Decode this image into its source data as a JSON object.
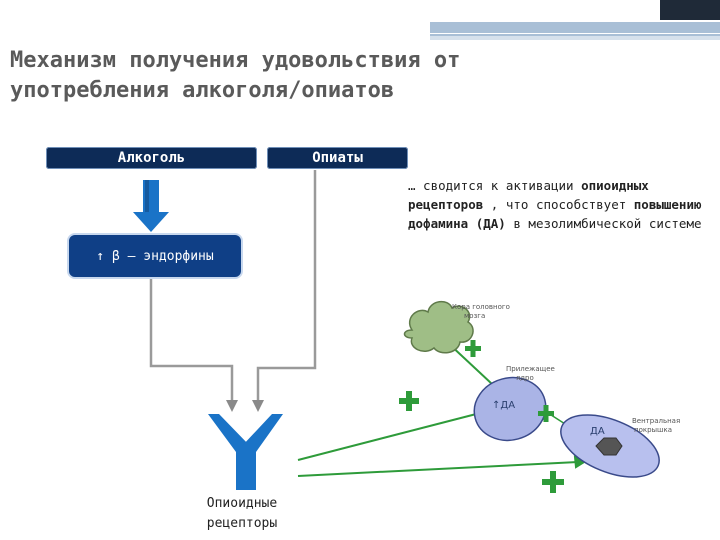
{
  "title": "Механизм получения удовольствия от употребления алкоголя/опиатов",
  "boxes": {
    "alcohol": "Алкоголь",
    "opiates": "Опиаты",
    "endorphins": "↑ β – эндорфины"
  },
  "description": {
    "prefix": "… сводится к активации ",
    "bold1": "опиоидных рецепторов",
    "mid": " , что способствует ",
    "bold2": "повышению дофамина (ДА)",
    "suffix": " в мезолимбической системе"
  },
  "receptor_label": [
    "Опиоидные",
    "рецепторы"
  ],
  "brain": {
    "cortex_label": [
      "Кора головного",
      "мозга"
    ],
    "accumbens_label": [
      "Прилежащее",
      "ядро"
    ],
    "vta_label": [
      "Вентральная",
      "покрышка"
    ],
    "accumbens_da": "↑ДА",
    "vta_da": "ДА"
  },
  "colors": {
    "dark_box": "#0d2b57",
    "blue_box": "#0f3f86",
    "receptor": "#1a73c7",
    "plus": "#2e9b3a",
    "arrow": "#2e9b3a",
    "cloud": "#9fbe86",
    "region": "#aab4e6"
  }
}
